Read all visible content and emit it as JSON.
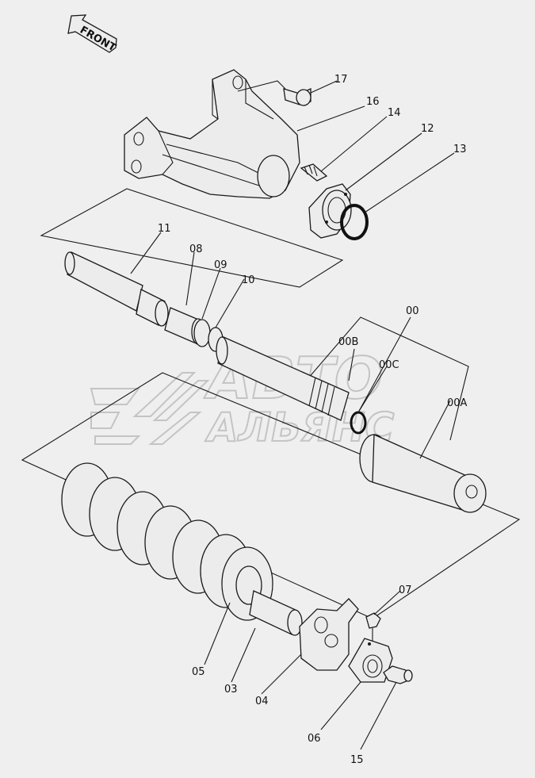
{
  "front_arrow": {
    "label": "FRONT"
  },
  "watermark": {
    "line1": "АВТО",
    "line2": "АЛЬЯНС"
  },
  "labels": {
    "p17": "17",
    "p16": "16",
    "p14": "14",
    "p12": "12",
    "p13": "13",
    "p11": "11",
    "p08": "08",
    "p09": "09",
    "p10": "10",
    "p00": "00",
    "p00b": "00B",
    "p00c": "00C",
    "p00a": "00A",
    "p07": "07",
    "p05": "05",
    "p03": "03",
    "p04": "04",
    "p06": "06",
    "p15": "15"
  }
}
